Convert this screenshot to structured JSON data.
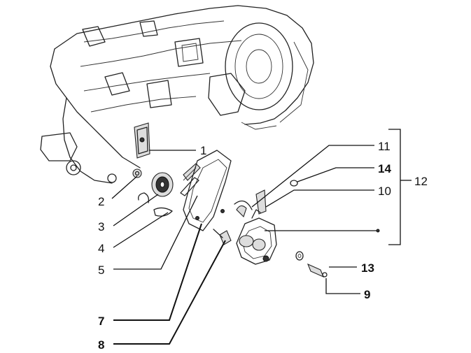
{
  "callouts": {
    "c1": "1",
    "c2": "2",
    "c3": "3",
    "c4": "4",
    "c5": "5",
    "c7": "7",
    "c8": "8",
    "c9": "9",
    "c10": "10",
    "c11": "11",
    "c12": "12",
    "c13": "13",
    "c14": "14"
  }
}
